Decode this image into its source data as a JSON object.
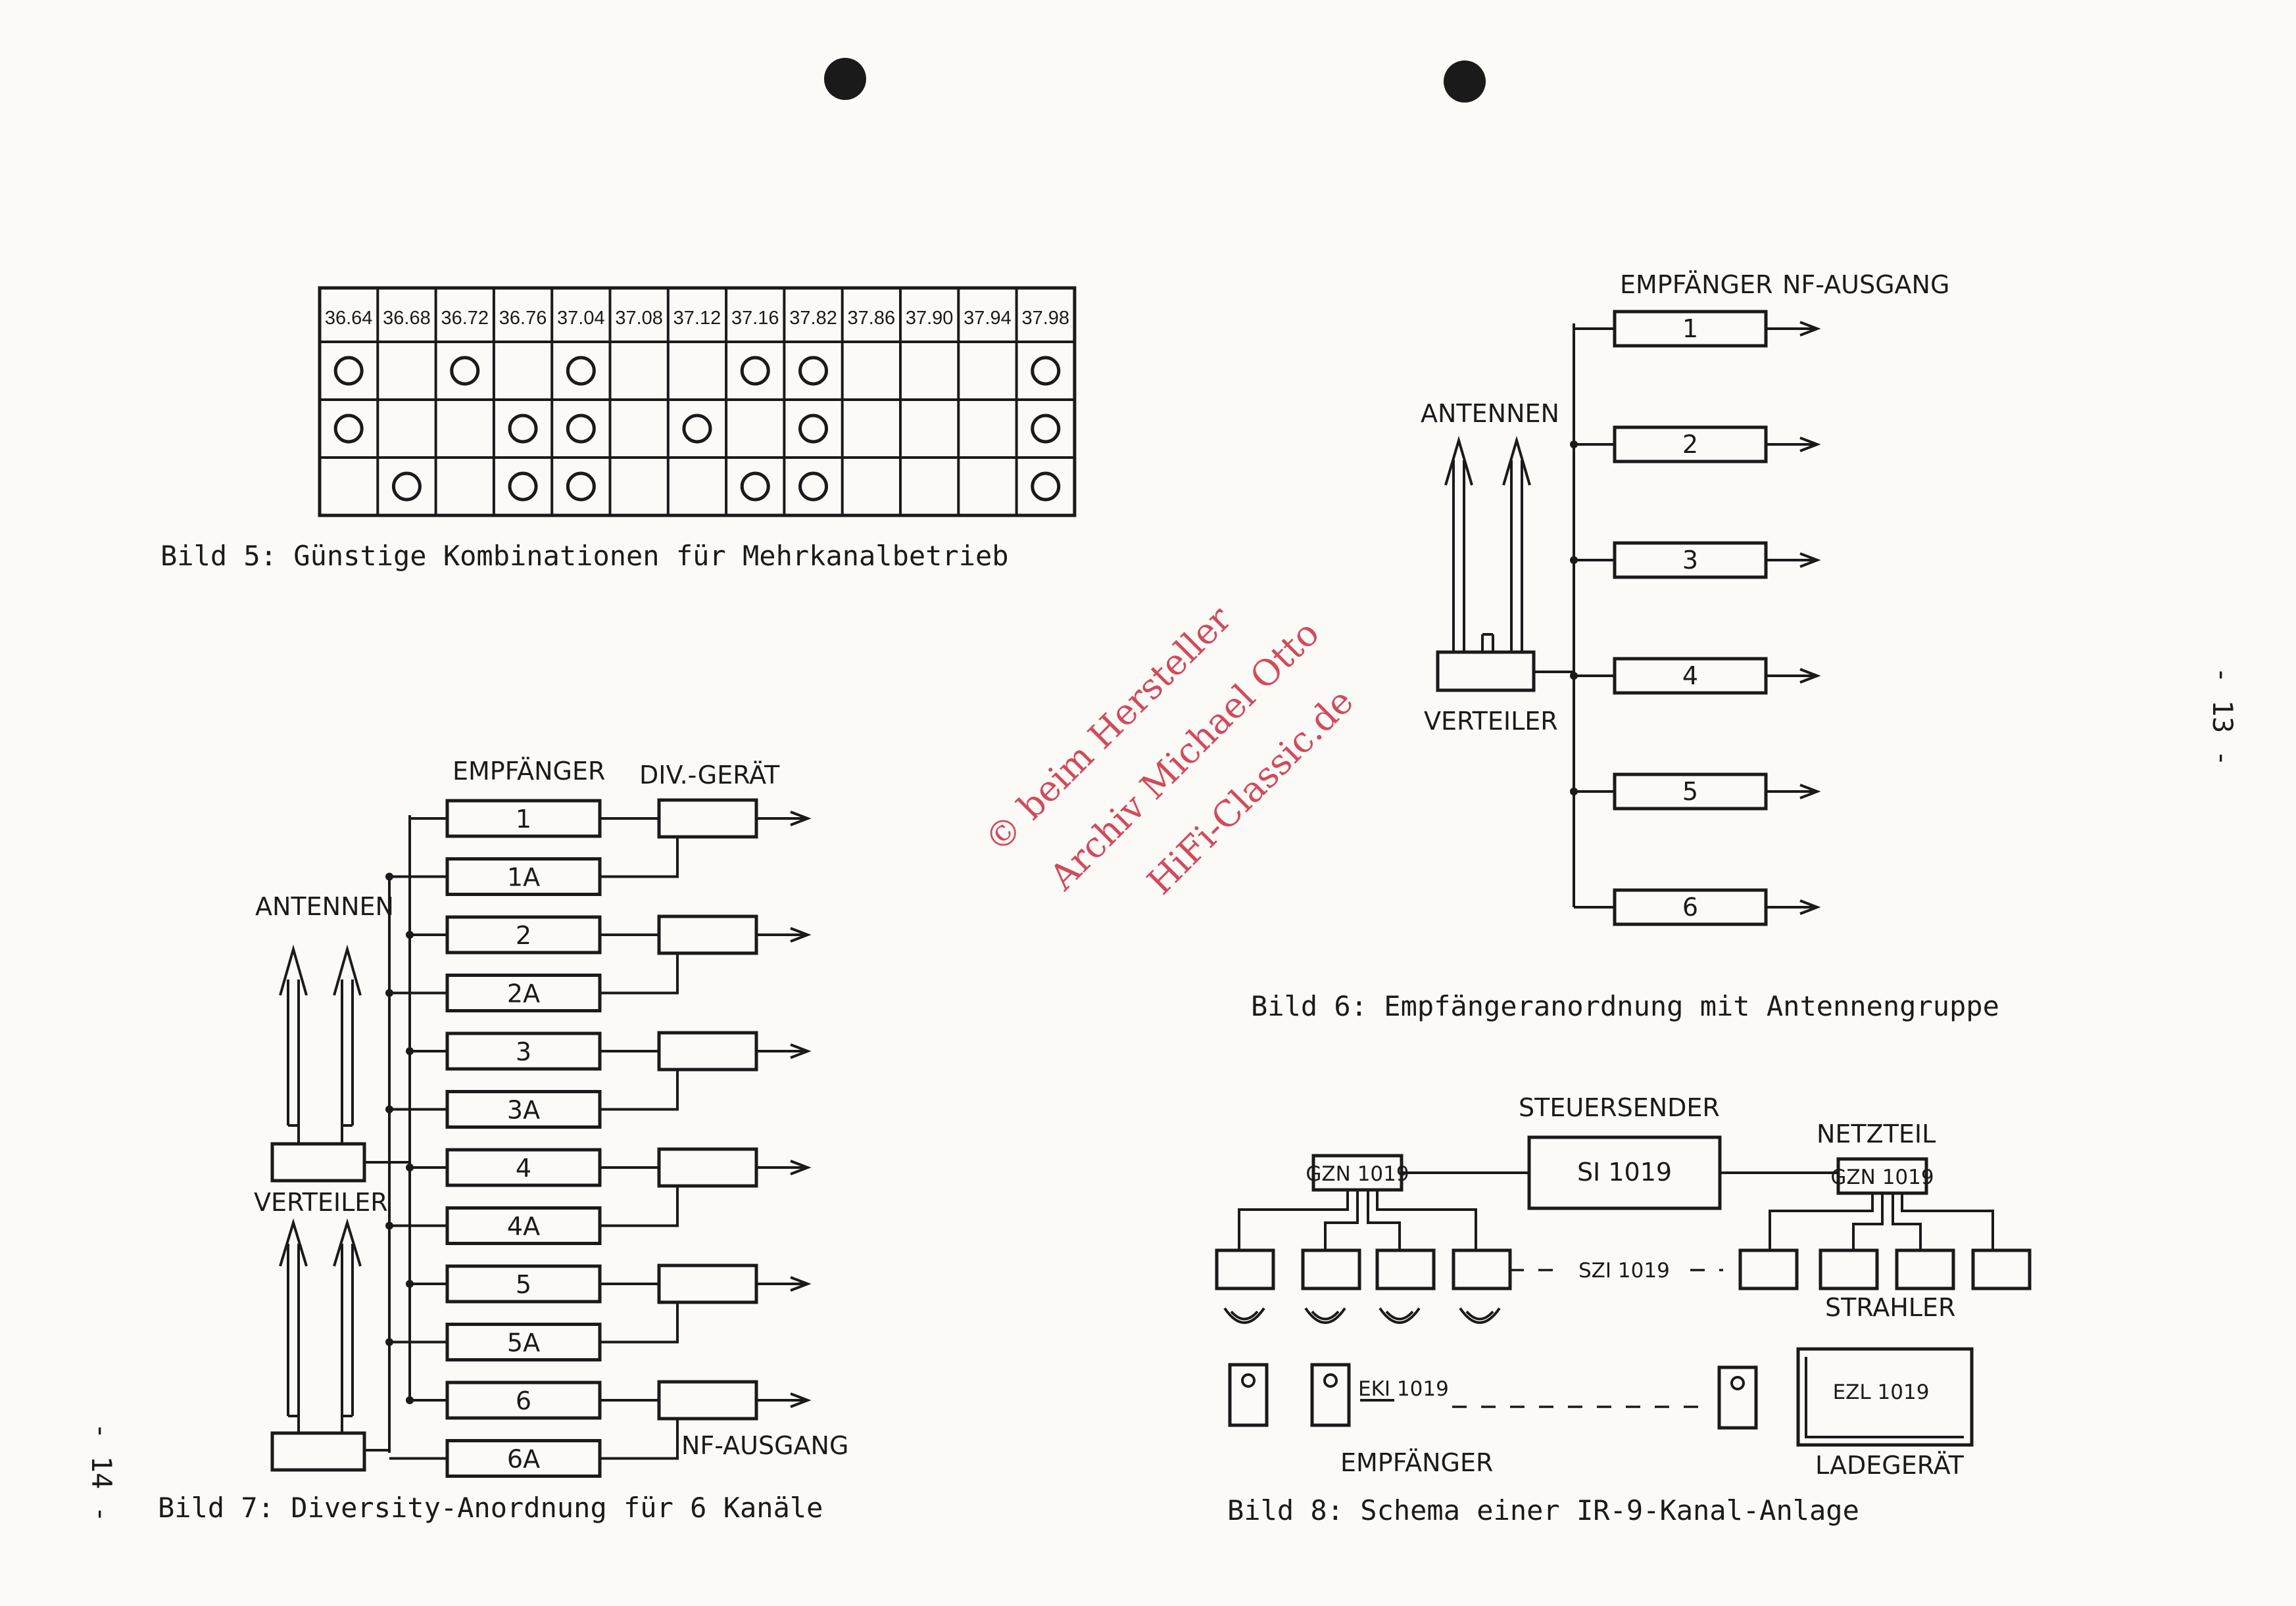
{
  "fig5": {
    "frequencies": [
      "36.64",
      "36.68",
      "36.72",
      "36.76",
      "37.04",
      "37.08",
      "37.12",
      "37.16",
      "37.82",
      "37.86",
      "37.90",
      "37.94",
      "37.98"
    ],
    "combinations": [
      [
        1,
        0,
        1,
        0,
        1,
        0,
        0,
        1,
        1,
        0,
        0,
        0,
        1
      ],
      [
        1,
        0,
        0,
        1,
        1,
        0,
        1,
        0,
        1,
        0,
        0,
        0,
        1
      ],
      [
        0,
        1,
        0,
        1,
        1,
        0,
        0,
        1,
        1,
        0,
        0,
        0,
        1
      ]
    ],
    "caption": "Bild 5: Günstige Kombinationen für Mehrkanalbetrieb"
  },
  "fig6": {
    "header_receiver": "EMPFÄNGER",
    "header_output": "NF-AUSGANG",
    "antennas_label": "ANTENNEN",
    "distributor_label": "VERTEILER",
    "receivers": [
      "1",
      "2",
      "3",
      "4",
      "5",
      "6"
    ],
    "caption": "Bild 6: Empfängeranordnung mit Antennengruppe"
  },
  "fig7": {
    "header_receiver": "EMPFÄNGER",
    "header_device": "DIV.-GERÄT",
    "antennas_label": "ANTENNEN",
    "distributor_label": "VERTEILER",
    "output_label": "NF-AUSGANG",
    "receivers": [
      "1",
      "1A",
      "2",
      "2A",
      "3",
      "3A",
      "4",
      "4A",
      "5",
      "5A",
      "6",
      "6A"
    ],
    "caption": "Bild 7: Diversity-Anordnung für 6 Kanäle"
  },
  "fig8": {
    "transmitter_label": "STEUERSENDER",
    "transmitter_box": "SI 1019",
    "power_label": "NETZTEIL",
    "left_unit": "GZN 1019",
    "right_unit": "GZN 1019",
    "radiators_dash_label": "SZI 1019",
    "radiators_label": "STRAHLER",
    "receiver_unit": "EKI 1019",
    "receivers_label": "EMPFÄNGER",
    "charger_box": "EZL 1019",
    "charger_label": "LADEGERÄT",
    "caption": "Bild 8: Schema einer IR-9-Kanal-Anlage"
  },
  "page_numbers": {
    "right": "- 13 -",
    "left": "- 14 -"
  },
  "watermark": {
    "line1": "© beim Hersteller",
    "line2": "Archiv Michael Otto",
    "line3": "HiFi-Classic.de",
    "color": "#d24a5c"
  }
}
